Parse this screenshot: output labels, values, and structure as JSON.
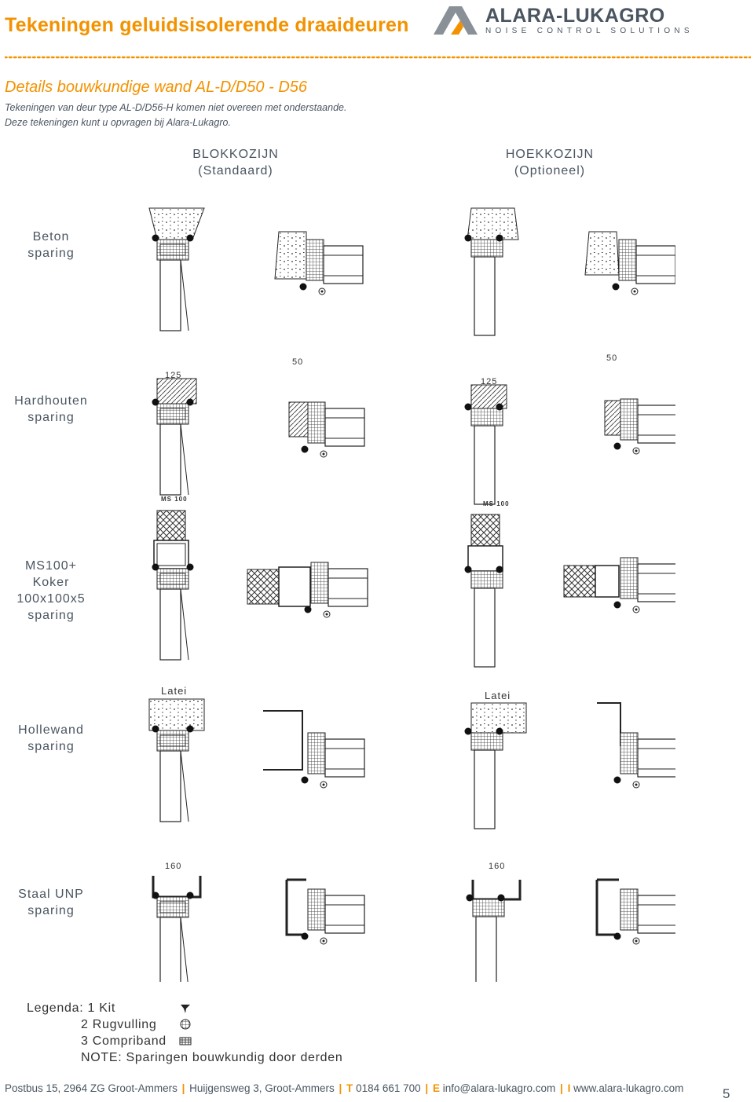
{
  "header": {
    "title": "Tekeningen geluidsisolerende draaideuren",
    "logo_name": "ALARA-LUKAGRO",
    "logo_sub": "NOISE CONTROL SOLUTIONS"
  },
  "section": {
    "subtitle": "Details bouwkundige wand AL-D/D50 - D56",
    "intro_line1": "Tekeningen van deur type AL-D/D56-H komen niet overeen met onderstaande.",
    "intro_line2": "Deze tekeningen kunt u opvragen bij Alara-Lukagro."
  },
  "columns": {
    "blok_line1": "BLOKKOZIJN",
    "blok_line2": "(Standaard)",
    "hoek_line1": "HOEKKOZIJN",
    "hoek_line2": "(Optioneel)"
  },
  "rows": [
    {
      "line1": "Beton",
      "line2": "sparing",
      "line3": ""
    },
    {
      "line1": "Hardhouten",
      "line2": "sparing",
      "line3": ""
    },
    {
      "line1": "MS100+",
      "line2": "Koker 100x100x5",
      "line3": "sparing"
    },
    {
      "line1": "Hollewand",
      "line2": "sparing",
      "line3": ""
    },
    {
      "line1": "Staal UNP",
      "line2": "sparing",
      "line3": ""
    }
  ],
  "drawing_labels": {
    "latei": "Latei",
    "w125": "125",
    "w160": "160",
    "w50": "50",
    "ms100": "MS 100"
  },
  "legend": {
    "prefix": "Legenda:",
    "item1": "1 Kit",
    "item2": "2 Rugvulling",
    "item3": "3 Compriband",
    "note": "NOTE: Sparingen bouwkundig door derden"
  },
  "footer": {
    "address": "Postbus 15, 2964 ZG Groot-Ammers",
    "street": "Huijgensweg 3, Groot-Ammers",
    "t_key": "T",
    "phone": "0184 661 700",
    "e_key": "E",
    "email": "info@alara-lukagro.com",
    "i_key": "I",
    "web": "www.alara-lukagro.com",
    "page": "5"
  },
  "colors": {
    "accent": "#f39200",
    "text": "#4a5561"
  }
}
